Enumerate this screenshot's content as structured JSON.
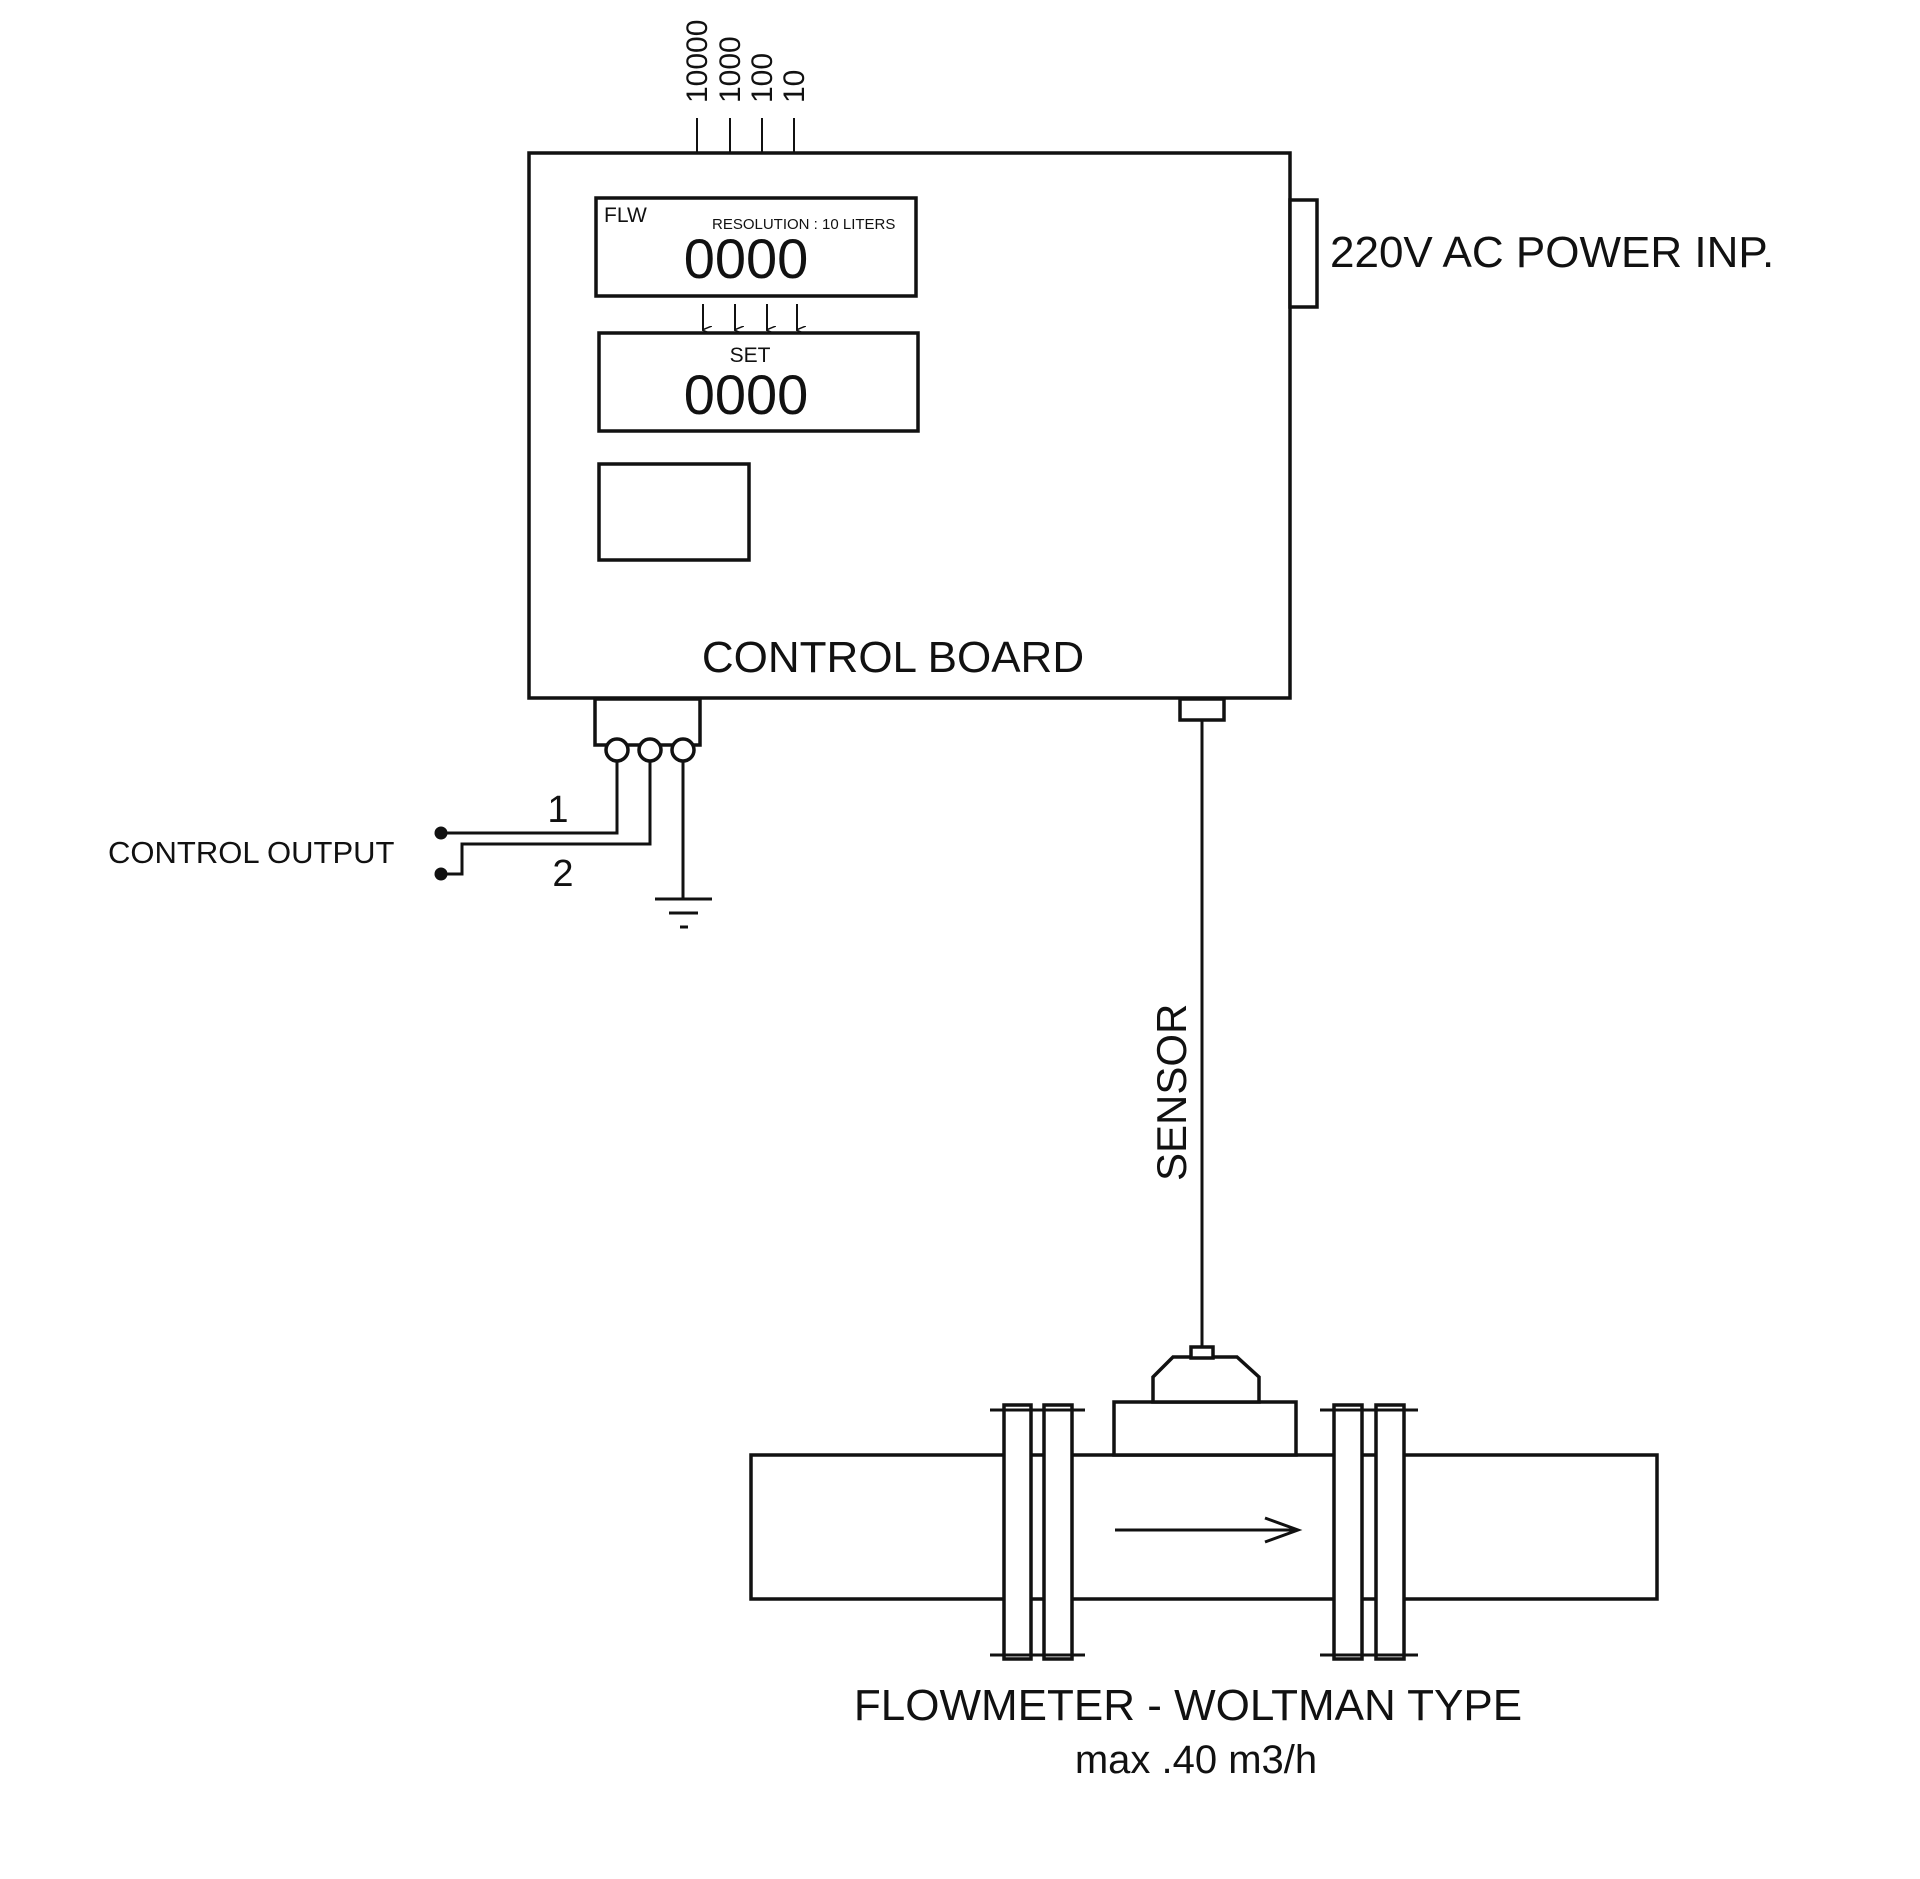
{
  "control_board": {
    "label": "CONTROL BOARD",
    "flw_display": {
      "mode_label": "FLW",
      "resolution_label": "RESOLUTION : 10  LITERS",
      "value": "0000"
    },
    "set_display": {
      "mode_label": "SET",
      "value": "0000"
    },
    "digit_weights": [
      "10000",
      "1000",
      "100",
      "10"
    ]
  },
  "power": {
    "label": "220V AC POWER INP."
  },
  "control_output": {
    "label": "CONTROL OUTPUT",
    "terminal_1": "1",
    "terminal_2": "2"
  },
  "sensor": {
    "label": "SENSOR"
  },
  "flowmeter": {
    "title": "FLOWMETER - WOLTMAN TYPE",
    "spec": "max .40 m3/h"
  },
  "icons": [
    "ground-icon",
    "flow-direction-arrow-icon",
    "terminal-screw-icon"
  ]
}
